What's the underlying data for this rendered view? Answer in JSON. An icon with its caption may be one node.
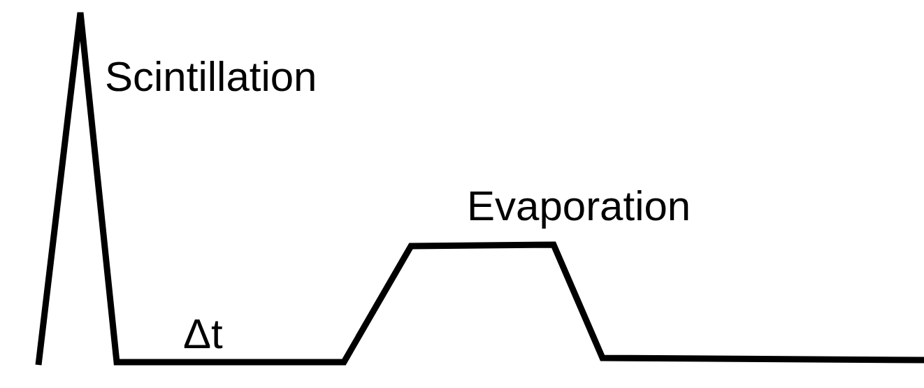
{
  "diagram": {
    "labels": [
      "Scintillation",
      "Evaporation",
      "Δt"
    ]
  }
}
